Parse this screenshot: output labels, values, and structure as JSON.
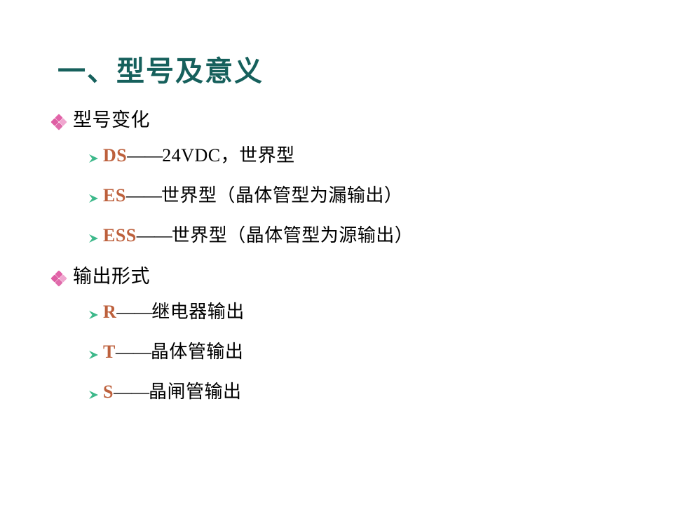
{
  "slide": {
    "title": "一、型号及意义",
    "title_color": "#16605c",
    "background_color": "#ffffff",
    "code_color": "#bd603c",
    "bullet_lvl1_color": "#e263a8",
    "bullet_lvl2_color": "#3cb88a",
    "bullet_lvl1_icon": "diamond-cluster-bullet",
    "bullet_lvl2_icon": "arrow-bullet",
    "sections": [
      {
        "heading": "型号变化",
        "items": [
          {
            "code": "DS",
            "dash": "——",
            "desc": "24VDC，世界型"
          },
          {
            "code": "ES",
            "dash": "——",
            "desc": "世界型（晶体管型为漏输出）"
          },
          {
            "code": "ESS",
            "dash": "——",
            "desc": "世界型（晶体管型为源输出）"
          }
        ]
      },
      {
        "heading": "输出形式",
        "items": [
          {
            "code": "R",
            "dash": "——",
            "desc": "继电器输出"
          },
          {
            "code": "T",
            "dash": "——",
            "desc": "晶体管输出"
          },
          {
            "code": "S",
            "dash": "——",
            "desc": "晶闸管输出"
          }
        ]
      }
    ]
  }
}
